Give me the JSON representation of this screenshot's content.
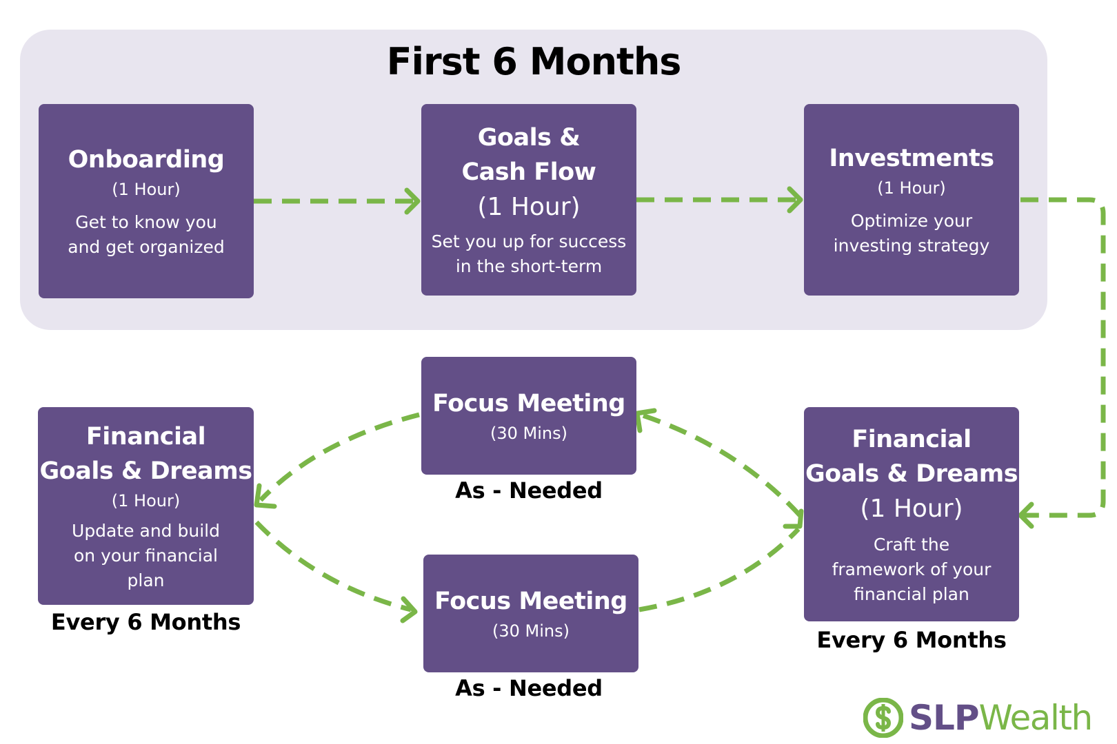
{
  "diagram": {
    "section_title": "First 6 Months",
    "accent_color": "#7ab648",
    "box_color": "#634f87",
    "panel_color": "#e8e5ef",
    "boxes": {
      "onboarding": {
        "title": "Onboarding",
        "duration": "(1 Hour)",
        "desc_1": "Get to know you",
        "desc_2": "and get organized"
      },
      "goals_cash_flow": {
        "title_1": "Goals &",
        "title_2": "Cash Flow",
        "duration": "(1 Hour)",
        "desc_1": "Set you up for success",
        "desc_2": "in the short-term"
      },
      "investments": {
        "title": "Investments",
        "duration": "(1 Hour)",
        "desc_1": "Optimize your",
        "desc_2": "investing strategy"
      },
      "financial_goals_left": {
        "title_1": "Financial",
        "title_2": "Goals & Dreams",
        "duration": "(1 Hour)",
        "desc_1": "Update and build",
        "desc_2": "on your financial",
        "desc_3": "plan",
        "caption": "Every 6 Months"
      },
      "focus_top": {
        "title": "Focus Meeting",
        "duration": "(30 Mins)",
        "caption": "As - Needed"
      },
      "focus_bottom": {
        "title": "Focus Meeting",
        "duration": "(30 Mins)",
        "caption": "As - Needed"
      },
      "financial_goals_right": {
        "title_1": "Financial",
        "title_2": "Goals & Dreams",
        "duration": "(1 Hour)",
        "desc_1": "Craft the",
        "desc_2": "framework of your",
        "desc_3": "financial plan",
        "caption": "Every 6 Months"
      }
    }
  },
  "logo": {
    "brand_1": "SLP",
    "brand_2": "Wealth",
    "icon": "dollar-circle-icon"
  }
}
